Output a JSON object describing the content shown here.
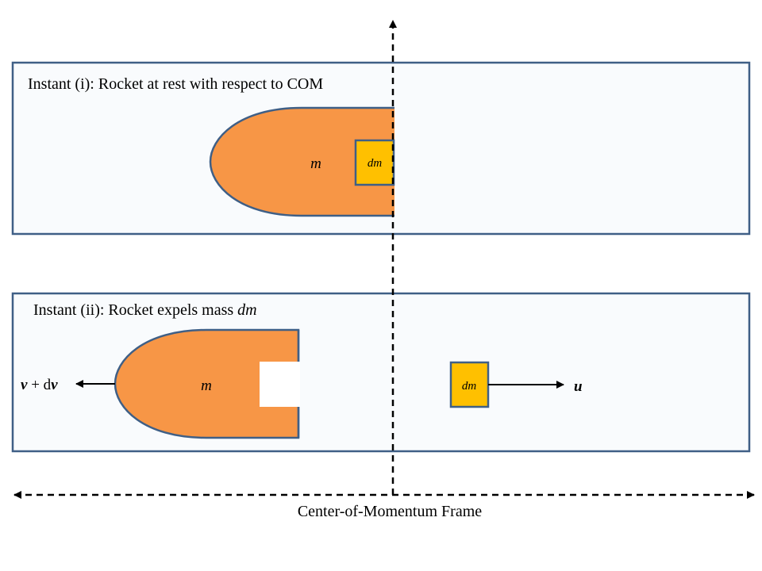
{
  "panel_top": {
    "title": "Instant (i):  Rocket at rest with respect to COM",
    "rocket_label": "m",
    "mass_element_label": "dm"
  },
  "panel_bottom": {
    "title_prefix": "Instant (ii):  Rocket expels mass ",
    "title_var": "dm",
    "rocket_label": "m",
    "mass_element_label": "dm",
    "rocket_velocity_v": "v",
    "rocket_velocity_op": " + d",
    "rocket_velocity_dv": "v",
    "exhaust_velocity_label": "u"
  },
  "frame_label": "Center-of-Momentum Frame",
  "colors": {
    "panel_fill": "#f9fbfd",
    "panel_stroke": "#3f5f86",
    "rocket_fill": "#f79646",
    "mass_fill": "#ffc000",
    "line": "#000000"
  }
}
